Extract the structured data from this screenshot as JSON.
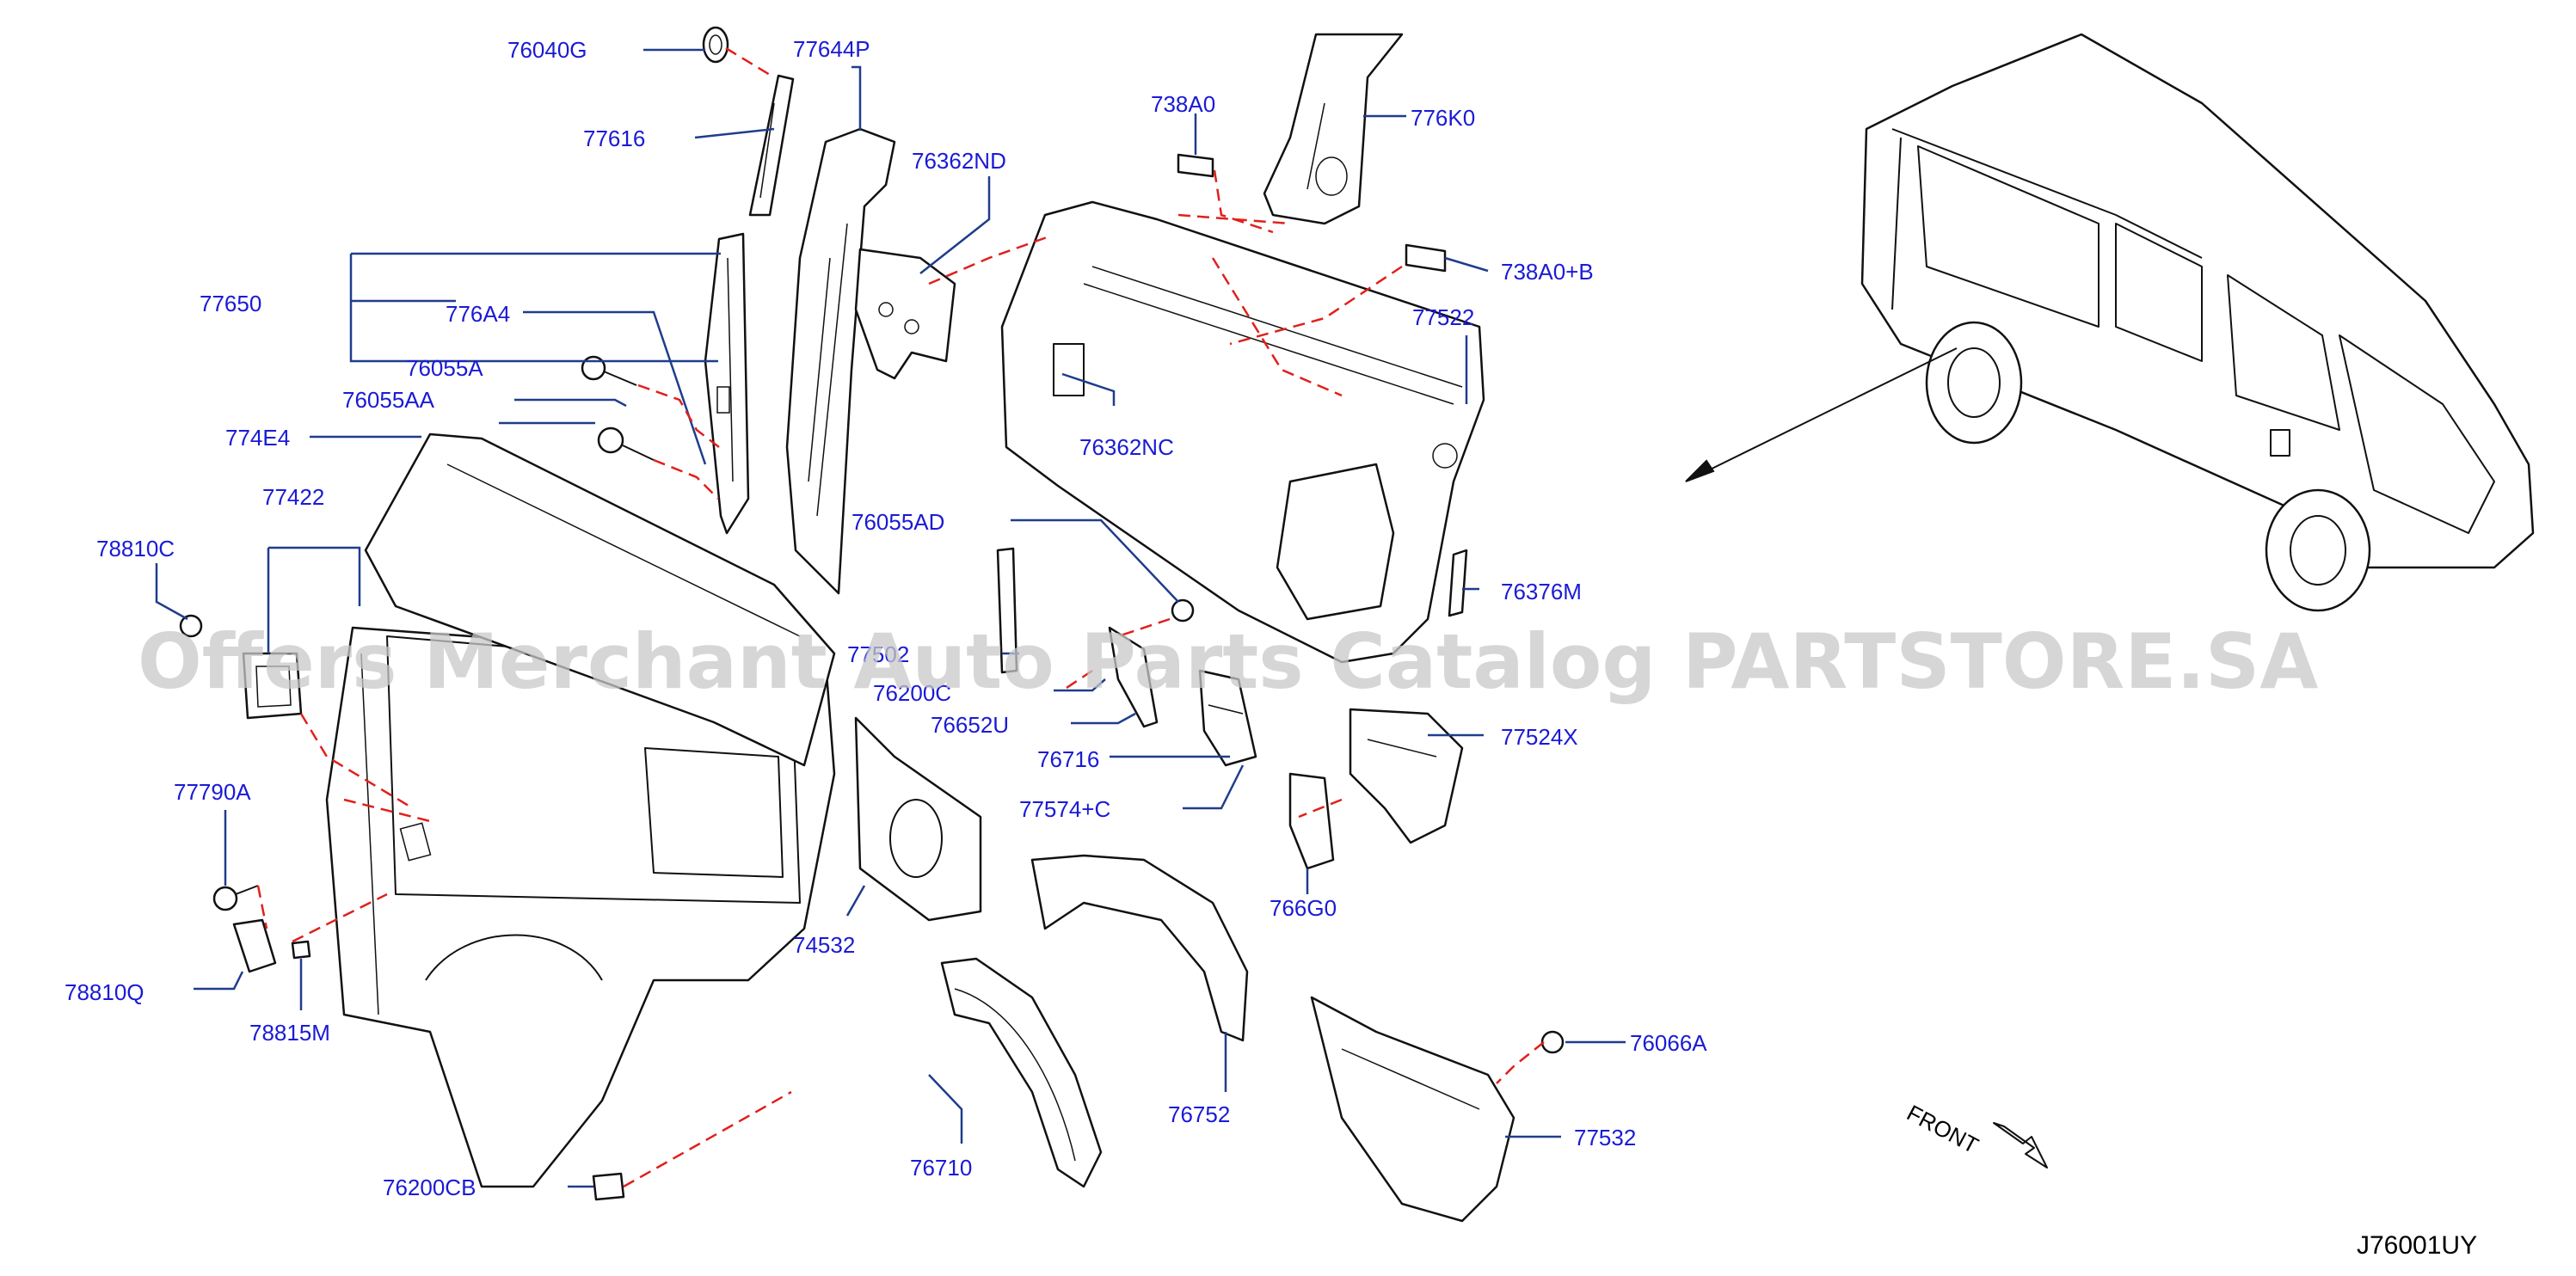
{
  "labels": {
    "76040G": "76040G",
    "77644P": "77644P",
    "77616": "77616",
    "76362ND": "76362ND",
    "738A0": "738A0",
    "776K0": "776K0",
    "738A0B": "738A0+B",
    "77522": "77522",
    "77650": "77650",
    "776A4": "776A4",
    "76055A": "76055A",
    "76055AA": "76055AA",
    "774E4": "774E4",
    "76362NC": "76362NC",
    "77422": "77422",
    "78810C": "78810C",
    "76055AD": "76055AD",
    "76376M": "76376M",
    "77502": "77502",
    "76200C": "76200C",
    "76652U": "76652U",
    "76716": "76716",
    "77524X": "77524X",
    "77574C": "77574+C",
    "77790A": "77790A",
    "766G0": "766G0",
    "74532": "74532",
    "78810Q": "78810Q",
    "78815M": "78815M",
    "76066A": "76066A",
    "76752": "76752",
    "77532": "77532",
    "76710": "76710",
    "76200CB": "76200CB"
  },
  "front_label": "FRONT",
  "diagram_code": "J76001UY",
  "watermark": "Offers Merchant Auto Parts Catalog PARTSTORE.SA"
}
